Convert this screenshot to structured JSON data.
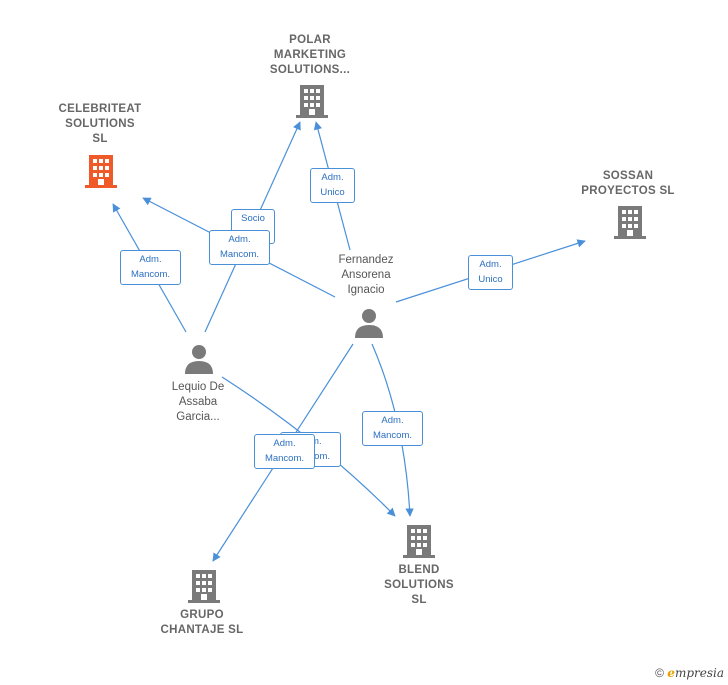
{
  "nodes": {
    "celebriteat": {
      "label": "CELEBRITEAT\nSOLUTIONS\nSL",
      "kind": "company",
      "focus": true
    },
    "polar": {
      "label": "POLAR\nMARKETING\nSOLUTIONS...",
      "kind": "company"
    },
    "sossan": {
      "label": "SOSSAN\nPROYECTOS SL",
      "kind": "company"
    },
    "blend": {
      "label": "BLEND\nSOLUTIONS\nSL",
      "kind": "company"
    },
    "grupo": {
      "label": "GRUPO\nCHANTAJE  SL",
      "kind": "company"
    },
    "fernandez": {
      "label": "Fernandez\nAnsorena\nIgnacio",
      "kind": "person"
    },
    "lequio": {
      "label": "Lequio De\nAssaba\nGarcia...",
      "kind": "person"
    }
  },
  "relations": {
    "r_lequio_celebriteat": "Adm.\nMancom.",
    "r_lequio_polar": "Socio\n",
    "r_fernandez_celebriteat": "Adm.\nMancom.",
    "r_fernandez_polar": "Adm.\nUnico",
    "r_fernandez_sossan": "Adm.\nUnico",
    "r_fernandez_blend": "Adm.\nMancom.",
    "r_lequio_blend": "Adm.\nMancom.",
    "r_fernandez_grupo": "Adm.\nMancom."
  },
  "colors": {
    "focus_company": "#f05a28",
    "company": "#7a7a7a",
    "person": "#7a7a7a",
    "edge": "#4a90d9"
  },
  "footer": {
    "copyright": "©",
    "brand_initial": "e",
    "brand_rest": "mpresia"
  }
}
